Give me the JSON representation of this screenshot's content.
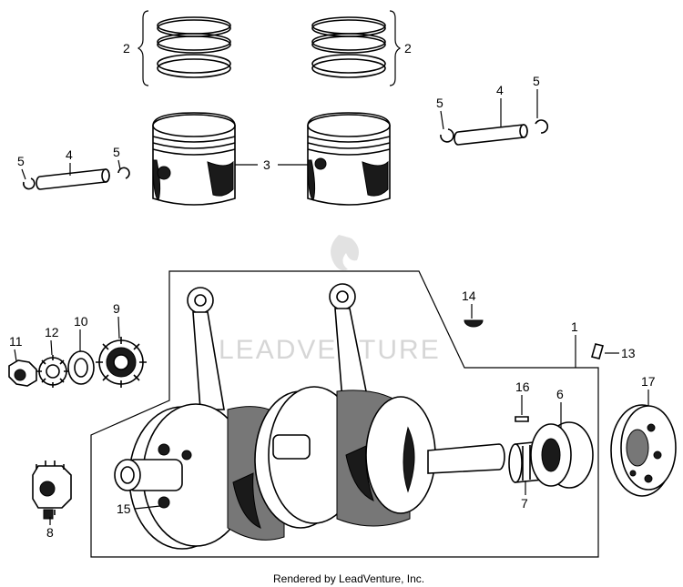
{
  "diagram": {
    "callouts": {
      "c1": "1",
      "c2": "2",
      "c3": "3",
      "c4": "4",
      "c5": "5",
      "c6": "6",
      "c7": "7",
      "c8": "8",
      "c9": "9",
      "c10": "10",
      "c11": "11",
      "c12": "12",
      "c13": "13",
      "c14": "14",
      "c15": "15",
      "c16": "16",
      "c17": "17"
    },
    "watermark": "LEADVENTURE",
    "footer": "Rendered by LeadVenture, Inc."
  }
}
